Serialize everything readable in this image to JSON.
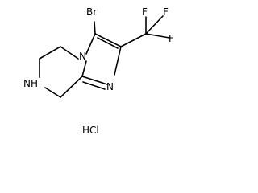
{
  "structure": {
    "atoms": {
      "br": "Br",
      "f_top_left": "F",
      "f_top_right": "F",
      "f_right": "F",
      "n_ring": "N",
      "n_imidazole": "N",
      "nh": "NH"
    },
    "salt": "HCl"
  }
}
